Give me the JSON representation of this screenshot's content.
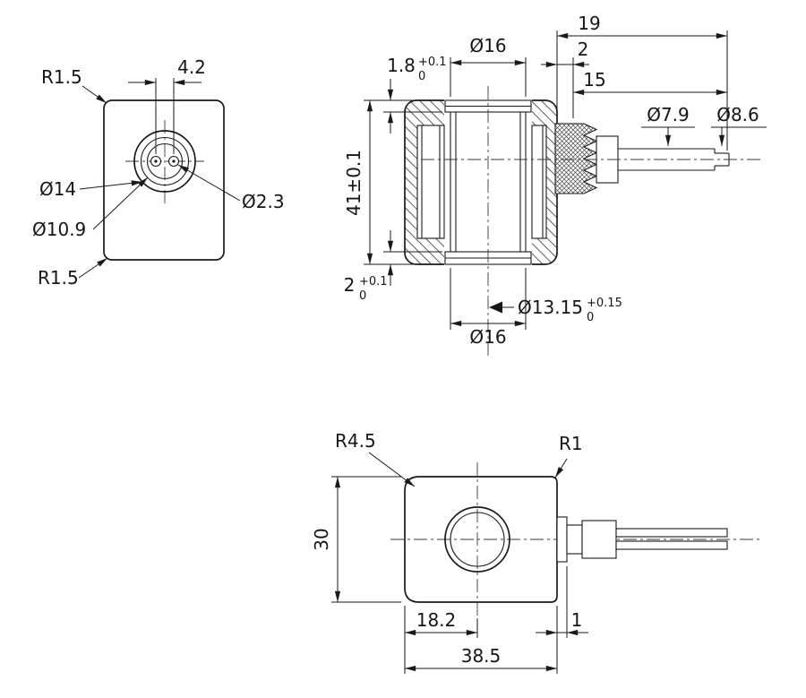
{
  "colors": {
    "ink": "#1a1a1a",
    "paper": "#ffffff"
  },
  "front_view": {
    "corner_radius_top": "R1.5",
    "pin_spacing": "4.2",
    "outer_diameter": "Ø14",
    "pin_diameter": "Ø2.3",
    "inner_diameter": "Ø10.9",
    "corner_radius_bottom": "R1.5"
  },
  "section_view": {
    "connector_length": "19",
    "grommet_step": "2",
    "connector_body_length": "15",
    "tube_outer_dia_top": "Ø16",
    "top_flange_thickness": "1.8",
    "top_flange_tol_upper": "+0.1",
    "top_flange_tol_lower": "0",
    "overall_height": "41±0.1",
    "cable_core_dia": "Ø7.9",
    "cable_outer_dia": "Ø8.6",
    "bottom_flange_thickness": "2",
    "bottom_flange_tol_upper": "+0.1",
    "bottom_flange_tol_lower": "0",
    "bore_diameter": "Ø13.15",
    "bore_tol_upper": "+0.15",
    "bore_tol_lower": "0",
    "tube_outer_dia_bottom": "Ø16"
  },
  "plan_view": {
    "body_corner_radius": "R4.5",
    "edge_radius": "R1",
    "body_height": "30",
    "bore_center_offset": "18.2",
    "collar_width": "1",
    "body_width": "38.5"
  }
}
